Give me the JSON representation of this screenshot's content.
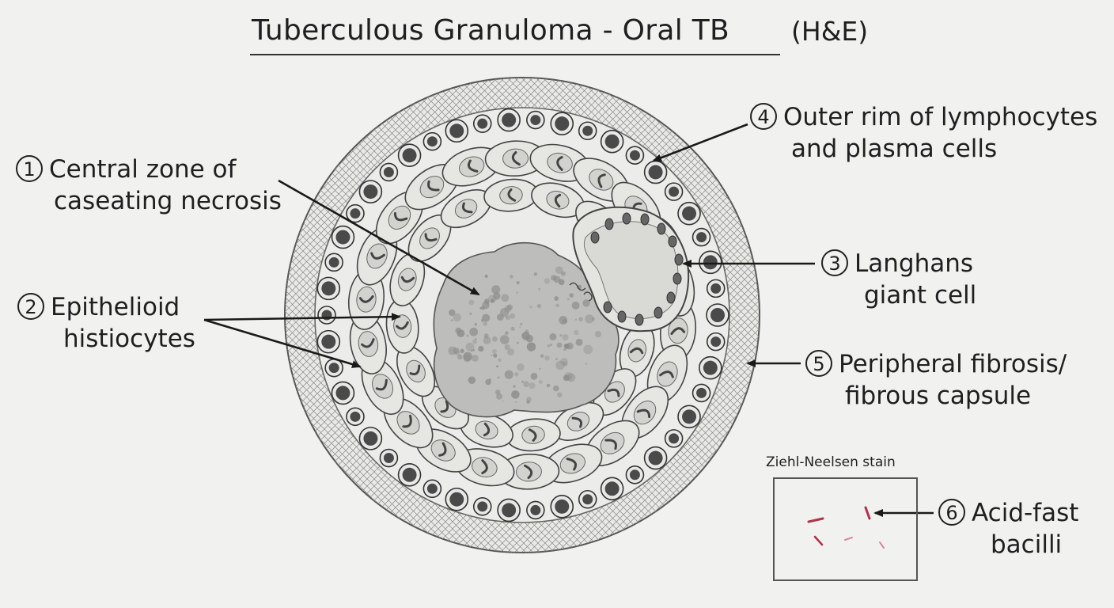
{
  "title": {
    "main": "Tuberculous Granuloma - Oral TB",
    "suffix": "(H&E)"
  },
  "labels": [
    {
      "id": "central-necrosis",
      "number": "1",
      "lines": [
        "Central zone of",
        "caseating necrosis"
      ]
    },
    {
      "id": "epithelioid-histiocytes",
      "number": "2",
      "lines": [
        "Epithelioid",
        "histiocytes"
      ]
    },
    {
      "id": "langhans-giant-cell",
      "number": "3",
      "lines": [
        "Langhans",
        "giant cell"
      ]
    },
    {
      "id": "outer-rim",
      "number": "4",
      "lines": [
        "Outer rim of lymphocytes",
        "and plasma cells"
      ]
    },
    {
      "id": "peripheral-fibrosis",
      "number": "5",
      "lines": [
        "Peripheral fibrosis/",
        "fibrous capsule"
      ]
    },
    {
      "id": "acid-fast-bacilli",
      "number": "6",
      "lines": [
        "Acid-fast",
        "bacilli"
      ]
    }
  ],
  "inset": {
    "caption": "Ziehl-Neelsen stain"
  },
  "colors": {
    "background": "#f1f1ef",
    "ink": "#222222",
    "bacilli": "#b0324f"
  }
}
